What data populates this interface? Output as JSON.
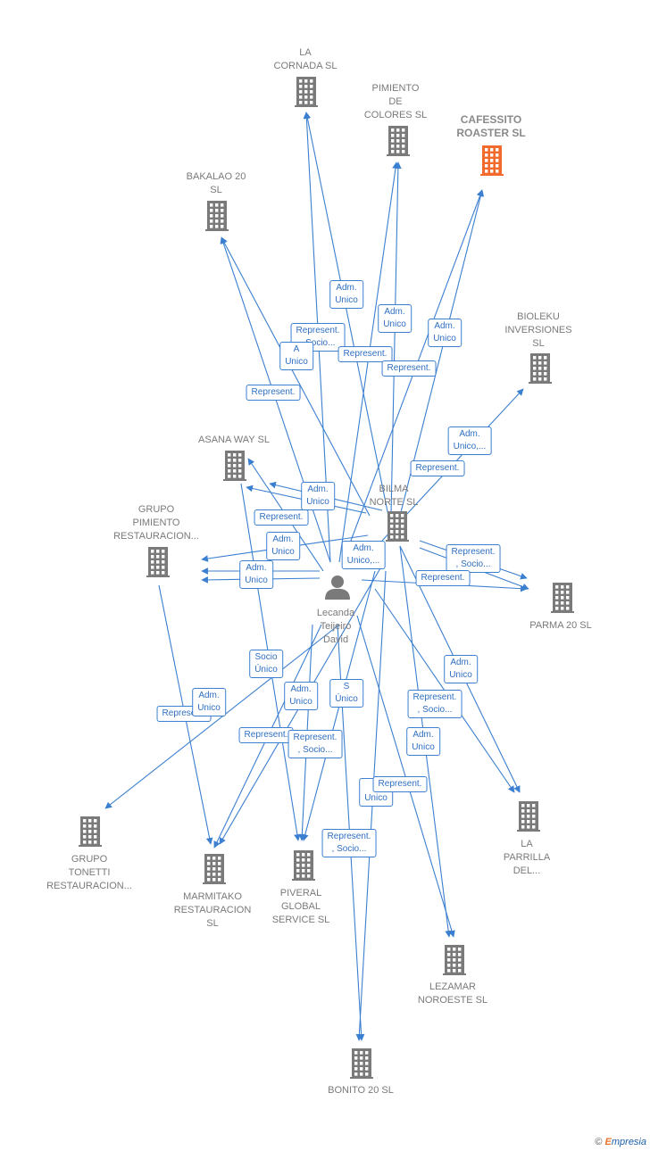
{
  "colors": {
    "edge": "#3b7fd0",
    "company": "#7a7a7a",
    "company_highlight": "#f26b2d",
    "person": "#7a7a7a"
  },
  "nodes": [
    {
      "id": "la_cornada",
      "label": "LA\nCORNADA  SL",
      "icon": "building-icon"
    },
    {
      "id": "pimiento_colores",
      "label": "PIMIENTO\nDE\nCOLORES SL",
      "icon": "building-icon"
    },
    {
      "id": "cafessito",
      "label": "CAFESSITO\nROASTER  SL",
      "icon": "building-icon",
      "highlight": true
    },
    {
      "id": "bakalao",
      "label": "BAKALAO 20\nSL",
      "icon": "building-icon"
    },
    {
      "id": "bioleku",
      "label": "BIOLEKU\nINVERSIONES\nSL",
      "icon": "building-icon"
    },
    {
      "id": "asana",
      "label": "ASANA WAY SL",
      "icon": "building-icon"
    },
    {
      "id": "bilma",
      "label": "BILMA\nNORTE  SL",
      "icon": "building-icon"
    },
    {
      "id": "grupo_pimiento",
      "label": "GRUPO\nPIMIENTO\nRESTAURACION...",
      "icon": "building-icon"
    },
    {
      "id": "parma",
      "label": "PARMA 20 SL",
      "icon": "building-icon"
    },
    {
      "id": "person",
      "label": "Lecanda\nTeijeiro\nDavid",
      "icon": "person-icon"
    },
    {
      "id": "grupo_tonetti",
      "label": "GRUPO\nTONETTI\nRESTAURACION...",
      "icon": "building-icon"
    },
    {
      "id": "marmitako",
      "label": "MARMITAKO\nRESTAURACION\nSL",
      "icon": "building-icon"
    },
    {
      "id": "piveral",
      "label": "PIVERAL\nGLOBAL\nSERVICE SL",
      "icon": "building-icon"
    },
    {
      "id": "la_parrilla",
      "label": "LA\nPARRILLA\nDEL...",
      "icon": "building-icon"
    },
    {
      "id": "lezamar",
      "label": "LEZAMAR\nNOROESTE  SL",
      "icon": "building-icon"
    },
    {
      "id": "bonito",
      "label": "BONITO 20  SL",
      "icon": "building-icon"
    }
  ],
  "edge_labels": [
    "Adm.\nUnico",
    "Adm.\nUnico",
    "Adm.\nUnico",
    "Represent.\n, Socio...",
    "A\nUnico",
    "Represent.",
    "Represent.",
    "Represent.",
    "Adm.\nUnico,...",
    "Represent.",
    "Adm.\nUnico",
    "Represent.",
    "Adm.\nUnico",
    "Adm.\nUnico,...",
    "Represent.\n, Socio...",
    "Adm.\nUnico",
    "Represent.",
    "Socio\nÚnico",
    "Adm.\nUnico",
    "S\nÚnico",
    "Represent.",
    "Adm.\nUnico",
    "Adm.\nUnico",
    "Represent.\n, Socio...",
    "Represent.",
    "Represent.\n, Socio...",
    "Adm.\nUnico",
    "A\nUnico",
    "Represent.",
    "Represent.\n, Socio..."
  ],
  "footer": {
    "copyright": "©",
    "brand_first": "E",
    "brand_rest": "mpresia"
  }
}
